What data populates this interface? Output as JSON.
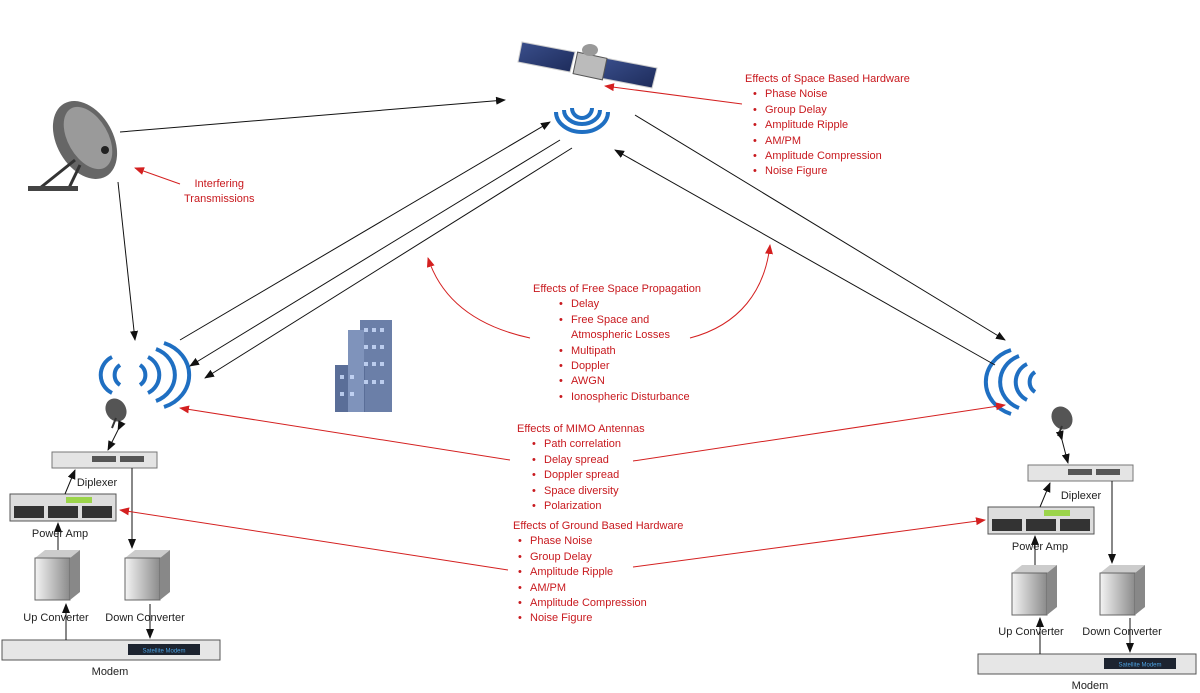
{
  "colors": {
    "effect_text": "#c8191e",
    "arrow_red": "#d42020",
    "arrow_black": "#111111",
    "waves": "#1f6fc2"
  },
  "interfering": {
    "line1": "Interfering",
    "line2": "Transmissions"
  },
  "space_hw": {
    "title": "Effects of Space  Based Hardware",
    "items": [
      "Phase Noise",
      "Group Delay",
      "Amplitude Ripple",
      "AM/PM",
      "Amplitude Compression",
      "Noise Figure"
    ]
  },
  "free_space": {
    "title": "Effects of Free Space Propagation",
    "items": [
      "Delay",
      "Free Space and",
      "Atmospheric Losses",
      "Multipath",
      "Doppler",
      "AWGN",
      "Ionospheric Disturbance"
    ]
  },
  "mimo": {
    "title": "Effects of MIMO Antennas",
    "items": [
      "Path correlation",
      "Delay spread",
      "Doppler spread",
      "Space diversity",
      "Polarization"
    ]
  },
  "ground_hw": {
    "title": "Effects of Ground  Based Hardware",
    "items": [
      "Phase Noise",
      "Group Delay",
      "Amplitude Ripple",
      "AM/PM",
      "Amplitude Compression",
      "Noise Figure"
    ]
  },
  "left_station": {
    "diplexer": "Diplexer",
    "power_amp": "Power Amp",
    "up_converter": "Up Converter",
    "down_converter": "Down Converter",
    "modem": "Modem",
    "modem_display": "Satellite Modem"
  },
  "right_station": {
    "diplexer": "Diplexer",
    "power_amp": "Power Amp",
    "up_converter": "Up Converter",
    "down_converter": "Down Converter",
    "modem": "Modem",
    "modem_display": "Satellite Modem"
  }
}
